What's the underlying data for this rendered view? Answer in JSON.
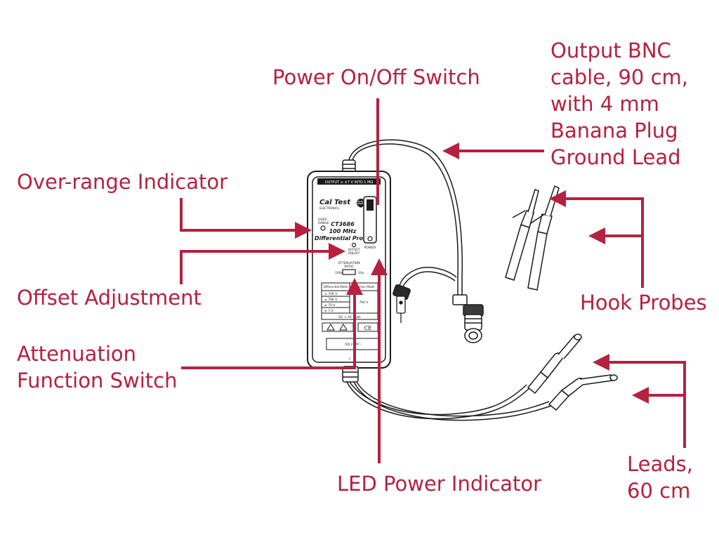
{
  "colors": {
    "accent": "#b5213f",
    "line_art": "#1a1a1a",
    "background": "#ffffff"
  },
  "callouts": {
    "power_switch": "Power On/Off Switch",
    "output_bnc": [
      "Output BNC",
      "cable, 90 cm,",
      "with 4 mm",
      "Banana Plug",
      "Ground Lead"
    ],
    "over_range": "Over-range Indicator",
    "offset": "Offset Adjustment",
    "attenuation": [
      "Attenuation",
      "Function Switch"
    ],
    "hook_probes": "Hook Probes",
    "led_power": "LED Power Indicator",
    "leads": [
      "Leads,",
      "60 cm"
    ]
  },
  "device": {
    "top_label": "OUTPUT ≤ ±7 V INTO 1 MΩ",
    "brand_line1": "Cal Test",
    "brand_line2": "ELECTRONICS",
    "model": "CT3686",
    "bandwidth": "100 MHz",
    "description": "Differential Probe",
    "over_range_line1": "OVER",
    "over_range_line2": "RANGE",
    "offset_line1": "OFFSET",
    "offset_line2": "ADJUST",
    "attenuation_line1": "ATTENUATION",
    "attenuation_line2": "RATIO",
    "ratio_low": "100x",
    "ratio_high": "10x",
    "power_label": "POWER",
    "switch_on": "I",
    "switch_off": "O",
    "table_head_diff": "Differential Mode",
    "table_head_common": "Common Mode",
    "table_rows": [
      "≤ 700 V",
      "≤ 700 V",
      "≤ 70 V",
      "≤ 7 V"
    ],
    "table_common_value": "700 V",
    "table_footer": "DC + AC peak",
    "rating": "700 V   CAT I",
    "footer": "x"
  }
}
